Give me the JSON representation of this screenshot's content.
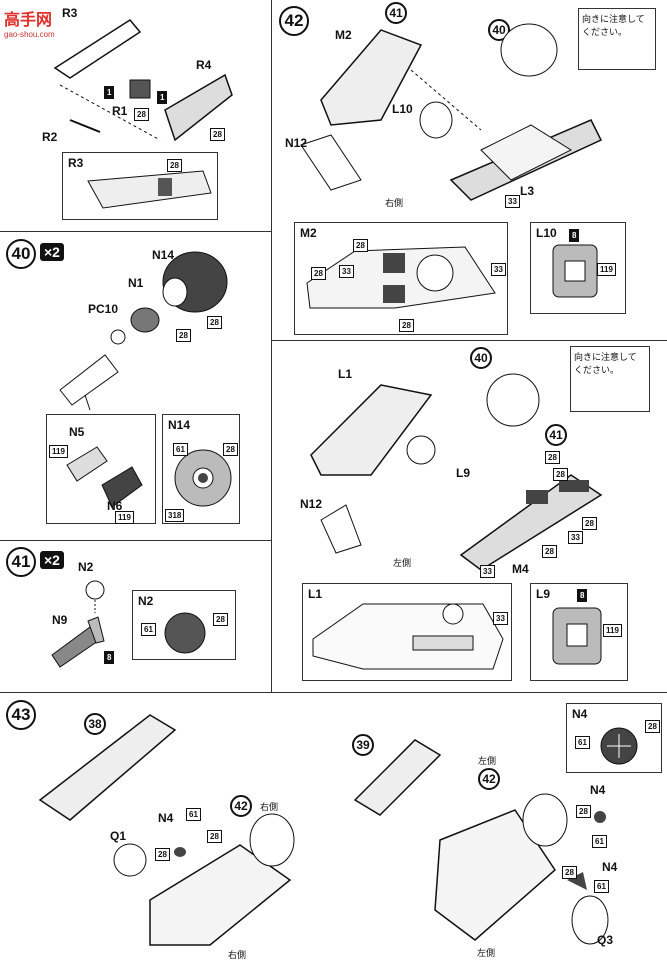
{
  "watermark": {
    "title": "高手网",
    "url": "gao-shou.com"
  },
  "step40": {
    "number": "40",
    "multiplier": "×2",
    "parts": {
      "n14": "N14",
      "n1": "N1",
      "pc10": "PC10",
      "n5": "N5",
      "n6": "N6"
    },
    "colors": {
      "n14": "28",
      "n1": "28",
      "n5": "119",
      "n6": "119"
    },
    "detail": {
      "title": "N14",
      "c1": "61",
      "c2": "28",
      "c3": "318"
    }
  },
  "step41": {
    "number": "41",
    "multiplier": "×2",
    "parts": {
      "n2": "N2",
      "n9": "N9"
    },
    "colors": {
      "n9": "8"
    },
    "detail": {
      "title": "N2",
      "c1": "61",
      "c2": "28"
    }
  },
  "step39_top": {
    "parts": {
      "r3": "R3",
      "r4": "R4",
      "r1": "R1",
      "r2": "R2"
    },
    "colors": {
      "c1": "1",
      "c2": "1",
      "c3": "28",
      "c4": "28"
    },
    "detail": {
      "title": "R3",
      "c1": "28"
    }
  },
  "step42": {
    "number": "42",
    "right": {
      "parts": {
        "m2": "M2",
        "l10": "L10",
        "n12": "N12",
        "l3": "L3"
      },
      "sub41": "41",
      "sub40": "40",
      "caption": "右側",
      "color": "33",
      "note": "向きに注意して\nください。"
    },
    "m2_detail": {
      "title": "M2",
      "c1": "28",
      "c2": "28",
      "c3": "33",
      "c4": "33",
      "c5": "28"
    },
    "l10_detail": {
      "title": "L10",
      "c1": "8",
      "c2": "119"
    },
    "left": {
      "parts": {
        "l1": "L1",
        "l9": "L9",
        "n12": "N12",
        "m4": "M4"
      },
      "sub40": "40",
      "sub41": "41",
      "caption": "左側",
      "colors": {
        "c1": "28",
        "c2": "28",
        "c3": "28",
        "c4": "33",
        "c5": "33",
        "c6": "28"
      },
      "note": "向きに注意して\nください。"
    },
    "l1_detail": {
      "title": "L1",
      "c1": "33"
    },
    "l9_detail": {
      "title": "L9",
      "c1": "8",
      "c2": "119"
    }
  },
  "step43": {
    "number": "43",
    "left": {
      "sub38": "38",
      "sub42": "42",
      "caption_top": "右側",
      "caption_bottom": "右側",
      "parts": {
        "q1": "Q1",
        "n4": "N4"
      },
      "colors": {
        "c1": "61",
        "c2": "28",
        "c3": "28"
      }
    },
    "right": {
      "sub39": "39",
      "sub42": "42",
      "caption_top": "左側",
      "caption_bottom": "左側",
      "parts": {
        "n4a": "N4",
        "n4b": "N4",
        "q3": "Q3"
      },
      "colors": {
        "c1": "28",
        "c2": "61",
        "c3": "28",
        "c4": "61"
      }
    },
    "detail": {
      "title": "N4",
      "c1": "28",
      "c2": "61"
    }
  }
}
